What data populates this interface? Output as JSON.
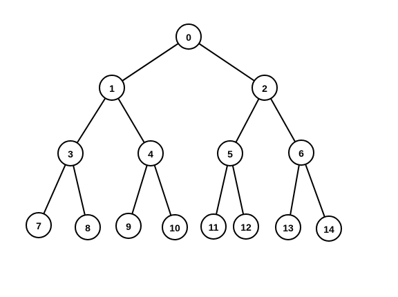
{
  "tree": {
    "nodes": [
      {
        "id": "0",
        "label": "0"
      },
      {
        "id": "1",
        "label": "1"
      },
      {
        "id": "2",
        "label": "2"
      },
      {
        "id": "3",
        "label": "3"
      },
      {
        "id": "4",
        "label": "4"
      },
      {
        "id": "5",
        "label": "5"
      },
      {
        "id": "6",
        "label": "6"
      },
      {
        "id": "7",
        "label": "7"
      },
      {
        "id": "8",
        "label": "8"
      },
      {
        "id": "9",
        "label": "9"
      },
      {
        "id": "10",
        "label": "10"
      },
      {
        "id": "11",
        "label": "11"
      },
      {
        "id": "12",
        "label": "12"
      },
      {
        "id": "13",
        "label": "13"
      },
      {
        "id": "14",
        "label": "14"
      }
    ],
    "edges": [
      [
        "0",
        "1"
      ],
      [
        "0",
        "2"
      ],
      [
        "1",
        "3"
      ],
      [
        "1",
        "4"
      ],
      [
        "2",
        "5"
      ],
      [
        "2",
        "6"
      ],
      [
        "3",
        "7"
      ],
      [
        "3",
        "8"
      ],
      [
        "4",
        "9"
      ],
      [
        "4",
        "10"
      ],
      [
        "5",
        "11"
      ],
      [
        "5",
        "12"
      ],
      [
        "6",
        "13"
      ],
      [
        "6",
        "14"
      ]
    ]
  }
}
